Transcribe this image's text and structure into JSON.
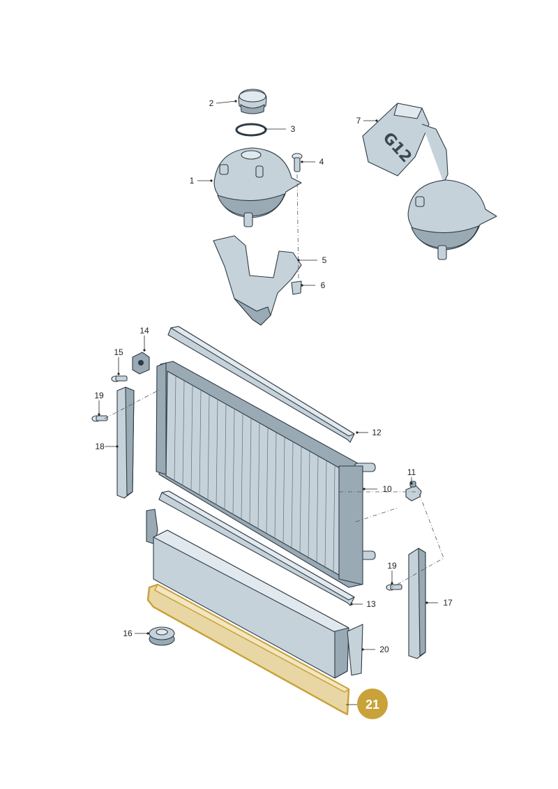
{
  "callouts": [
    {
      "id": "1",
      "label": "1"
    },
    {
      "id": "2",
      "label": "2"
    },
    {
      "id": "3",
      "label": "3"
    },
    {
      "id": "4",
      "label": "4"
    },
    {
      "id": "5",
      "label": "5"
    },
    {
      "id": "6",
      "label": "6"
    },
    {
      "id": "7",
      "label": "7"
    },
    {
      "id": "10",
      "label": "10"
    },
    {
      "id": "11",
      "label": "11"
    },
    {
      "id": "12",
      "label": "12"
    },
    {
      "id": "13",
      "label": "13"
    },
    {
      "id": "14",
      "label": "14"
    },
    {
      "id": "15",
      "label": "15"
    },
    {
      "id": "16",
      "label": "16"
    },
    {
      "id": "17",
      "label": "17"
    },
    {
      "id": "18",
      "label": "18"
    },
    {
      "id": "19a",
      "label": "19"
    },
    {
      "id": "19b",
      "label": "19"
    },
    {
      "id": "20",
      "label": "20"
    }
  ],
  "highlight": {
    "label": "21",
    "color": "#c9a23a"
  },
  "canister_marking": "G12",
  "colors": {
    "part_fill": "#c6d2da",
    "outline": "#2d3a44",
    "highlight": "#c9a23a"
  }
}
